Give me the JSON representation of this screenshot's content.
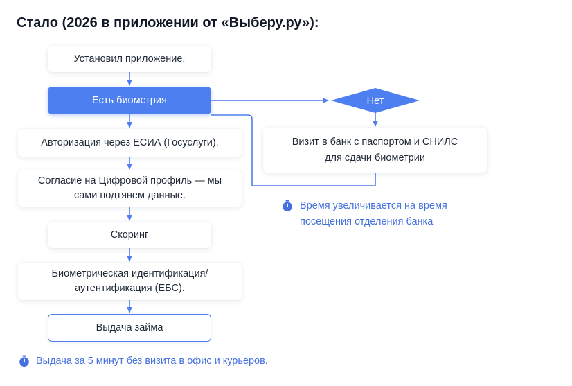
{
  "title": "Стало (2026 в приложении от «Выберу.ру»):",
  "steps": {
    "install": "Установил приложение.",
    "biometrics": "Есть биометрия",
    "esia": "Авторизация через ЕСИА (Госуслуги).",
    "consent": [
      "Согласие на Цифровой профиль — мы",
      "сами подтянем данные."
    ],
    "scoring": "Скоринг",
    "identification": [
      "Биометрическая идентификация/",
      "аутентификация (ЕБС)."
    ],
    "loan": "Выдача займа"
  },
  "branch": {
    "no_label": "Нет",
    "bank_visit": [
      "Визит в банк с паспортом и СНИЛС",
      "для сдачи биометрии"
    ]
  },
  "notes": {
    "bank_time": [
      "Время увеличивается на время",
      "посещения отделения банка"
    ],
    "quick_loan": "Выдача за 5 минут без визита в офис и курьеров."
  },
  "colors": {
    "accent": "#4d7ff0",
    "note_text": "#4470e0"
  },
  "icons": {
    "note": "stopwatch-icon"
  }
}
